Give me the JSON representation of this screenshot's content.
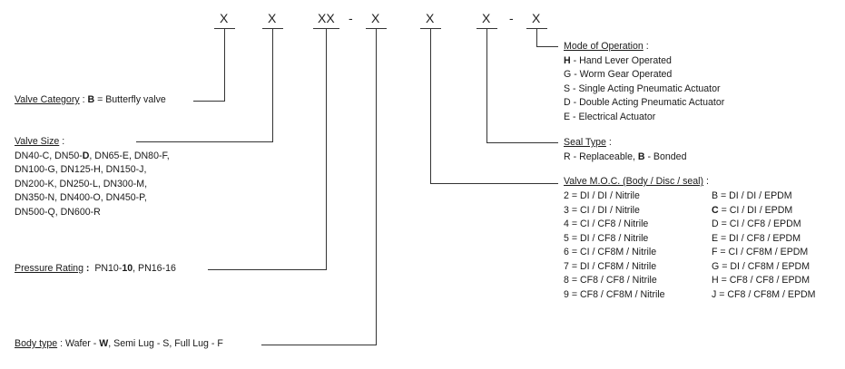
{
  "code_symbols": [
    "X",
    "X",
    "XX",
    "-",
    "X",
    "X",
    "X",
    "-",
    "X"
  ],
  "valve_category": {
    "title": "Valve Category",
    "sep": " : ",
    "code": "B",
    "desc": " = Butterfly valve"
  },
  "valve_size": {
    "title": "Valve Size",
    "sep": " :",
    "lines": [
      [
        "DN40-C, DN50-",
        "D",
        ", DN65-E, DN80-F,"
      ],
      [
        "DN100-G, DN125-H, DN150-J,",
        "",
        ""
      ],
      [
        "DN200-K, DN250-L, DN300-M,",
        "",
        ""
      ],
      [
        "DN350-N, DN400-O, DN450-P,",
        "",
        ""
      ],
      [
        "DN500-Q, DN600-R",
        "",
        ""
      ]
    ]
  },
  "pressure_rating": {
    "title": "Pressure Rating",
    "sep": " :  ",
    "pre": "PN10-",
    "bold": "10",
    "post": ", PN16-16"
  },
  "body_type": {
    "title": "Body type",
    "sep": " : ",
    "pre": "Wafer - ",
    "bold": "W",
    "post": ", Semi Lug - S, Full Lug - F"
  },
  "mode_of_operation": {
    "title": "Mode of Operation",
    "sep": " :",
    "items": [
      {
        "code": "H",
        "bold": true,
        "desc": " - Hand Lever Operated"
      },
      {
        "code": "G",
        "bold": false,
        "desc": " - Worm Gear Operated"
      },
      {
        "code": "S",
        "bold": false,
        "desc": " - Single Acting Pneumatic Actuator"
      },
      {
        "code": "D",
        "bold": false,
        "desc": " - Double Acting Pneumatic Actuator"
      },
      {
        "code": "E",
        "bold": false,
        "desc": " - Electrical Actuator"
      }
    ]
  },
  "seal_type": {
    "title": "Seal Type",
    "sep": " :",
    "pre": "R - Replaceable, ",
    "bold": "B",
    "post": " - Bonded"
  },
  "valve_moc": {
    "title": "Valve M.O.C. (Body / Disc / seal)",
    "sep": " :",
    "left": [
      {
        "code": "2",
        "bold": false,
        "desc": " = DI / DI / Nitrile"
      },
      {
        "code": "3",
        "bold": false,
        "desc": " = CI / DI / Nitrile"
      },
      {
        "code": "4",
        "bold": false,
        "desc": " = CI / CF8 / Nitrile"
      },
      {
        "code": "5",
        "bold": false,
        "desc": " = DI / CF8 / Nitrile"
      },
      {
        "code": "6",
        "bold": false,
        "desc": " = CI / CF8M / Nitrile"
      },
      {
        "code": "7",
        "bold": false,
        "desc": " = DI / CF8M / Nitrile"
      },
      {
        "code": "8",
        "bold": false,
        "desc": " = CF8 / CF8 / Nitrile"
      },
      {
        "code": "9",
        "bold": false,
        "desc": " = CF8 / CF8M / Nitrile"
      }
    ],
    "right": [
      {
        "code": "B",
        "bold": false,
        "desc": " = DI / DI / EPDM"
      },
      {
        "code": "C",
        "bold": true,
        "desc": " = CI / DI / EPDM"
      },
      {
        "code": "D",
        "bold": false,
        "desc": " = CI / CF8 / EPDM"
      },
      {
        "code": "E",
        "bold": false,
        "desc": " = DI / CF8 / EPDM"
      },
      {
        "code": "F",
        "bold": false,
        "desc": " = CI / CF8M / EPDM"
      },
      {
        "code": "G",
        "bold": false,
        "desc": " = DI / CF8M / EPDM"
      },
      {
        "code": "H",
        "bold": false,
        "desc": " = CF8 / CF8 / EPDM"
      },
      {
        "code": "J",
        "bold": false,
        "desc": " = CF8 / CF8M / EPDM"
      }
    ]
  }
}
